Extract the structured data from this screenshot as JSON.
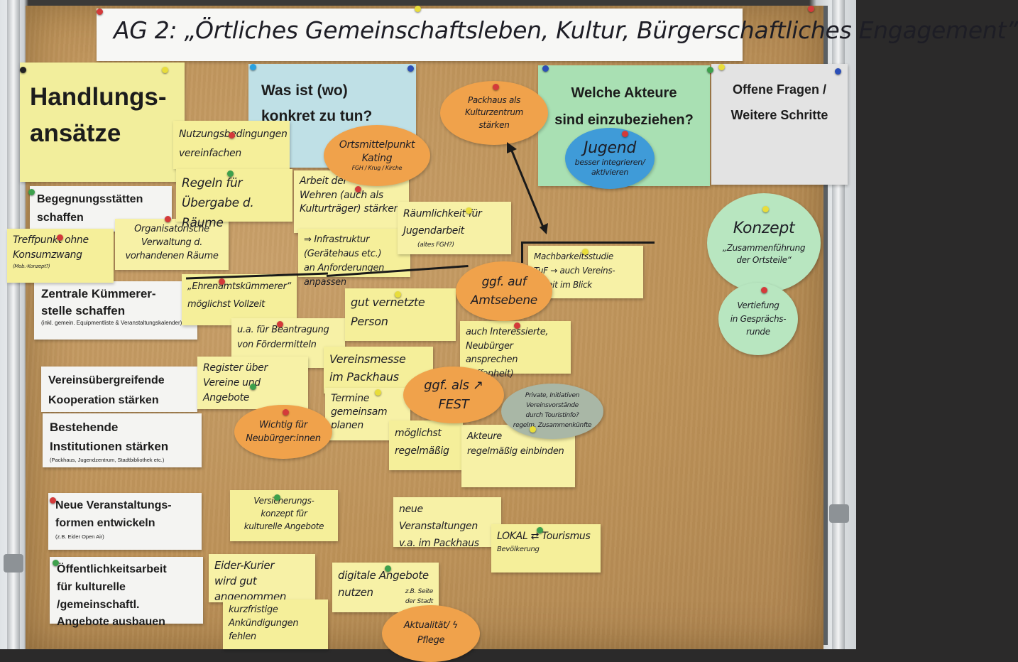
{
  "title": "AG 2: „Örtliches Gemeinschaftsleben, Kultur, Bürgerschaftliches Engagement”",
  "columns": {
    "handlung": "Handlungs-\nansätze",
    "was": "Was ist (wo)\nkonkret zu tun?",
    "akteure": "Welche Akteure\nsind einzubeziehen?",
    "fragen": "Offene Fragen /\nWeitere Schritte"
  },
  "ansaetze": [
    {
      "text": "Begegnungsstätten\nschaffen"
    },
    {
      "text": "Zentrale Kümmerer-\nstelle schaffen",
      "small": "(inkl. gemein. Equipmentliste & Veranstaltungskalender)"
    },
    {
      "text": "Vereinsübergreifende\nKooperation stärken"
    },
    {
      "text": "Bestehende\nInstitutionen stärken",
      "small": "(Packhaus, Jugendzentrum, Stadtbibliothek etc.)"
    },
    {
      "text": "Neue Veranstaltungs-\nformen entwickeln",
      "small": "(z.B. Eider Open Air)"
    },
    {
      "text": "Öffentlichkeitsarbeit\nfür kulturelle /gemeinschaftl.\nAngebote ausbauen"
    }
  ],
  "notes": {
    "treffpunkt": "Treffpunkt ohne\nKonsumzwang",
    "treffpunkt_small": "(Mob.-Konzept?)",
    "organisatorische": "Organisatorische\nVerwaltung d.\nvorhandenen Räume",
    "nutzungsbed": "Nutzungsbedingungen\nvereinfachen",
    "regeln": "Regeln für\nÜbergabe d. Räume",
    "arbeit_wehren": "Arbeit der\nWehren (auch als\nKulturträger) stärken",
    "infrastruktur": "⇒ Infrastruktur\n(Gerätehaus etc.)\nan Anforderungen anpassen",
    "raeumlichkeit": "Räumlichkeit für\nJugendarbeit",
    "raeumlichkeit_small": "(altes FGH?)",
    "ehrenamt": "„Ehrenamtskümmerer“\nmöglichst Vollzeit",
    "ua_foerder": "u.a. für Beantragung\nvon Fördermitteln",
    "vernetzt": "gut vernetzte\nPerson",
    "register": "Register über\nVereine und\nAngebote",
    "messe": "Vereinsmesse\nim Packhaus",
    "termine": "Termine\ngemeinsam\nplanen",
    "moeglichst": "möglichst\nregelmäßig",
    "akteure_note": "Akteure\nregelmäßig einbinden",
    "interessierte": "auch Interessierte,\nNeubürger ansprechen\n(Offenheit)",
    "machbarkeit": "Machbarkeitsstudie\nTuF → auch Vereins-\narbeit im Blick",
    "versicherung": "Versicherungs-\nkonzept für\nkulturelle Angebote",
    "neue_veranst": "neue Veranstaltungen\nv.a. im Packhaus",
    "lokal": "LOKAL ⇄ Tourismus",
    "lokal_small": "Bevölkerung",
    "eider": "Eider-Kurier\nwird gut angenommen",
    "kurzfristig": "kurzfristige\nAnkündigungen\nfehlen",
    "digital": "digitale Angebote\nnutzen",
    "digital_small": "z.B. Seite\nder Stadt"
  },
  "ovals": {
    "ortsmittelpunkt": "Ortsmittelpunkt\nKating",
    "ortsmittelpunkt_small": "FGH / Krug / Kirche",
    "packhaus": "Packhaus als\nKulturzentrum\nstärken",
    "jugend": "Jugend",
    "jugend_sub": "besser integrieren/\naktivieren",
    "amtsebene": "ggf. auf\nAmtsebene",
    "fest": "ggf. als ↗\nFEST",
    "private": "Private, Initiativen\nVereinsvorstände\ndurch Touristinfo?\nregelm. Zusammenkünfte",
    "wichtig": "Wichtig für\nNeubürger:innen",
    "aktualitaet": "Aktualität/ ϟ\nPflege",
    "konzept": "Konzept",
    "konzept_sub": "„Zusammenführung\nder Ortsteile“",
    "vertiefung": "Vertiefung\nin Gesprächs-\nrunde"
  },
  "colors": {
    "paper": "#bd9258",
    "sticky": "#f5ef9a",
    "orange": "#f0a24b",
    "blue_header": "#bfe0e6",
    "green_header": "#a9e0b3",
    "gray_header": "#e3e3e3",
    "yellow_header": "#f2ee9c",
    "jugend_blue": "#3f9bd8",
    "mint": "#b8e6c0"
  }
}
